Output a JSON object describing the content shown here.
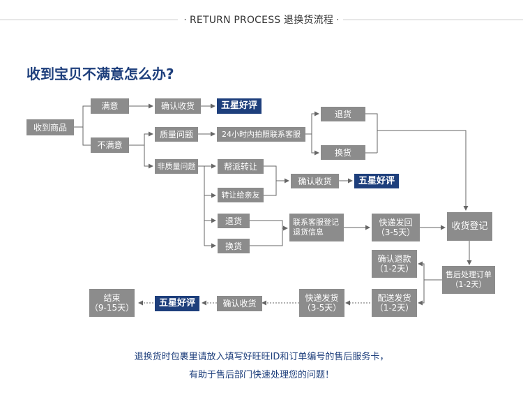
{
  "header": {
    "title": "RETURN PROCESS 退换货流程"
  },
  "question": "收到宝贝不满意怎么办?",
  "flow": {
    "received": "收到商品",
    "satisfied": "满意",
    "unsatisfied": "不满意",
    "confirm_receipt_1": "确认收货",
    "five_star_1": "五星好评",
    "quality_issue": "质量问题",
    "photo_contact": "24小时内拍照联系客服",
    "return_1": "退货",
    "exchange_1": "换货",
    "non_quality_issue": "非质量问题",
    "resell": "帮派转让",
    "transfer_friend": "转让给亲友",
    "confirm_receipt_2": "确认收货",
    "five_star_2": "五星好评",
    "return_2": "退货",
    "exchange_2": "换货",
    "contact_register": [
      "联系客服登记",
      "退货信息"
    ],
    "express_send": [
      "快递发回",
      "（3-5天）"
    ],
    "receive_register": "收货登记",
    "confirm_refund": [
      "确认退款",
      "（1-2天）"
    ],
    "after_sales": [
      "售后处理订单",
      "（1-2天）"
    ],
    "ship_out": [
      "配送发货",
      "（1-2天）"
    ],
    "express_deliver": [
      "快递发货",
      "（3-5天）"
    ],
    "confirm_receipt_3": "确认收货",
    "five_star_3": "五星好评",
    "end": [
      "结束",
      "（9-15天）"
    ]
  },
  "footer": {
    "line1": "退换货时包裹里请放入填写好旺旺ID和订单编号的售后服务卡，",
    "line2": "有助于售后部门快速处理您的问题！"
  },
  "colors": {
    "box": "#8c8c8c",
    "accent": "#1e3f7c",
    "line": "#666666"
  }
}
